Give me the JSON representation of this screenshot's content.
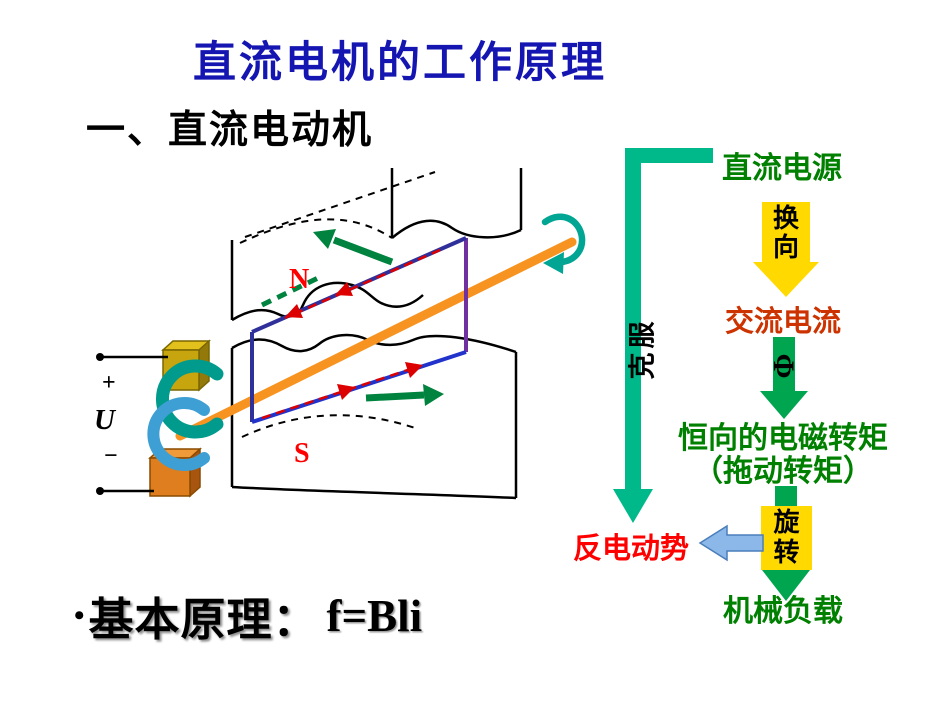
{
  "slide": {
    "title": "直流电机的工作原理",
    "heading": "一、直流电动机",
    "principle_bullet": "•",
    "principle_label": "基本原理：",
    "principle_formula": "f=Bli"
  },
  "diagram": {
    "north_label": "N",
    "south_label": "S",
    "plus": "+",
    "voltage": "U",
    "minus": "−"
  },
  "flowchart": {
    "dc_source": "直流电源",
    "commutation": [
      "换",
      "向"
    ],
    "ac_current": "交流电流",
    "flux_symbol": "Φ",
    "overcome": "克服",
    "torque_line1": "恒向的电磁转矩",
    "torque_line2": "（拖动转矩）",
    "rotation": [
      "旋",
      "转"
    ],
    "back_emf": "反电动势",
    "mech_load": "机械负载"
  },
  "colors": {
    "title_blue": "#1515B2",
    "green_bar": "#00B98B",
    "green_arrow": "#00A550",
    "yellow_box": "#FFD900",
    "blue_arrow": "#8CB8E9",
    "green_text": "#008000",
    "red_text": "#FF0000",
    "orange_red_text": "#CC3300",
    "shaft_orange": "#F79421",
    "coil_purple": "#7030A0",
    "coil_blue": "#2233CC"
  }
}
